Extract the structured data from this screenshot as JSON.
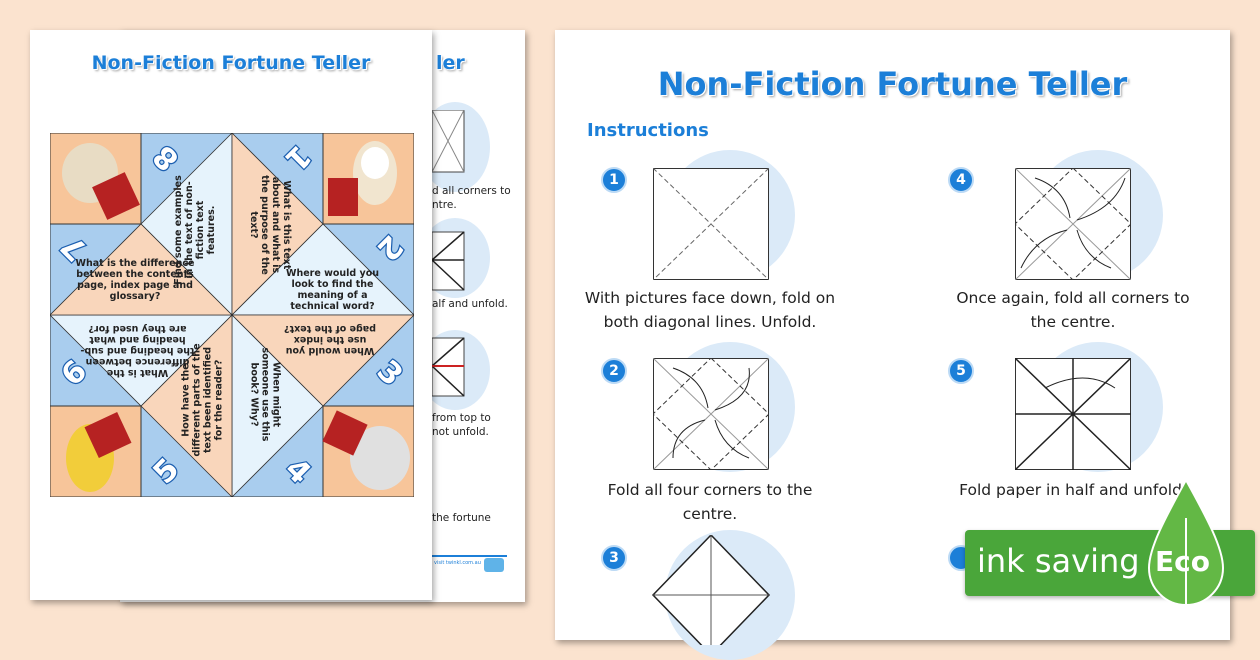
{
  "title": "Non-Fiction Fortune Teller",
  "back_page": {
    "title_fragment": "ler",
    "captions": [
      "d all corners to",
      "ntre.",
      "alf and unfold.",
      "from top to",
      "not unfold.",
      "the fortune"
    ],
    "footer_link": "visit twinkl.com.au"
  },
  "fortune_teller": {
    "numbers": [
      "1",
      "2",
      "3",
      "4",
      "5",
      "6",
      "7",
      "8"
    ],
    "questions": [
      "What is this text about and what is the purpose of the text?",
      "Where would you look to find the meaning of a technical word?",
      "When would you use the index page of the text?",
      "When might someone use this book? Why?",
      "How have the different parts of the text been identified for the reader?",
      "What is the difference between the heading and sub-heading and what are they used for?",
      "What is the difference between the contents page, index page and glossary?",
      "Find some examples in the text of non-fiction text features."
    ]
  },
  "instructions": {
    "heading": "Instructions",
    "steps": [
      {
        "n": "1",
        "text": "With pictures face down, fold on both diagonal lines. Unfold."
      },
      {
        "n": "2",
        "text": "Fold all four corners to the centre."
      },
      {
        "n": "3",
        "text": ""
      },
      {
        "n": "4",
        "text": "Once again, fold all corners to the centre."
      },
      {
        "n": "5",
        "text": "Fold paper in half and unfold."
      }
    ]
  },
  "badge": {
    "label": "ink saving",
    "eco": "Eco",
    "color": "#4aa63a"
  }
}
